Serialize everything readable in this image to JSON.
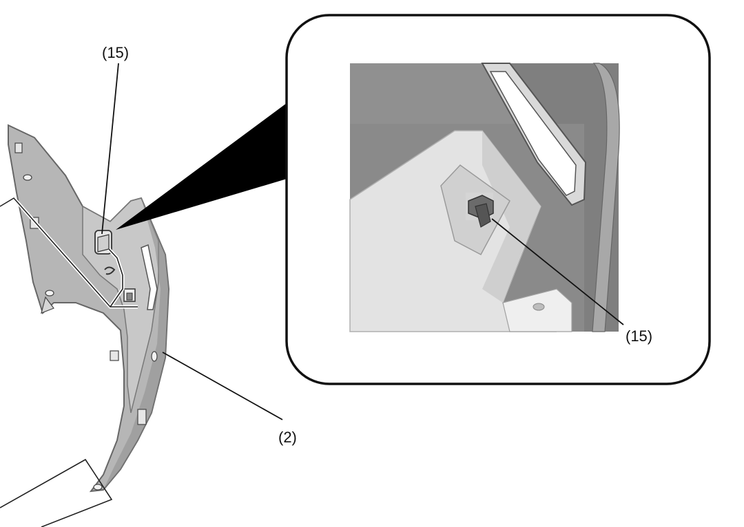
{
  "callouts": {
    "top_left_part": "(15)",
    "detail_part": "(15)",
    "panel_part": "(2)"
  },
  "colors": {
    "line": "#111111",
    "panel_fill": "#b6b6b6",
    "panel_shadow": "#8e8e8e",
    "detail_back_wall": "#7f7f7f",
    "detail_bracket": "#e3e3e3",
    "detail_clip": "#6b6b6b",
    "inset_frame": "#ffffff"
  }
}
